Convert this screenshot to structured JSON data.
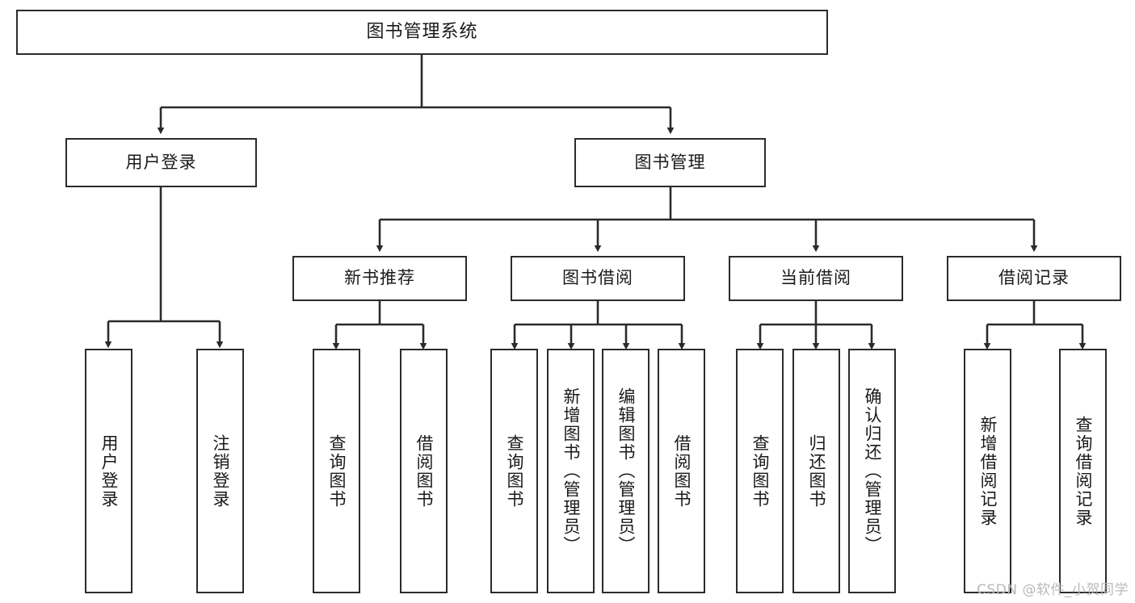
{
  "diagram": {
    "title": "图书管理系统",
    "watermark": "CSDN @软件_小贺同学",
    "accent_color": "#2b2b2b",
    "background_color": "#ffffff",
    "level2": [
      {
        "label": "用户登录"
      },
      {
        "label": "图书管理"
      }
    ],
    "level3": [
      {
        "label": "新书推荐"
      },
      {
        "label": "图书借阅"
      },
      {
        "label": "当前借阅"
      },
      {
        "label": "借阅记录"
      }
    ],
    "leaves": {
      "user_login": [
        {
          "label": "用户登录"
        },
        {
          "label": "注销登录"
        }
      ],
      "new_book": [
        {
          "label": "查询图书"
        },
        {
          "label": "借阅图书"
        }
      ],
      "book_borrow": [
        {
          "label": "查询图书"
        },
        {
          "label": "新增图书（管理员）"
        },
        {
          "label": "编辑图书（管理员）"
        },
        {
          "label": "借阅图书"
        }
      ],
      "current_borrow": [
        {
          "label": "查询图书"
        },
        {
          "label": "归还图书"
        },
        {
          "label": "确认归还（管理员）"
        }
      ],
      "borrow_record": [
        {
          "label": "新增借阅记录"
        },
        {
          "label": "查询借阅记录"
        }
      ]
    }
  }
}
